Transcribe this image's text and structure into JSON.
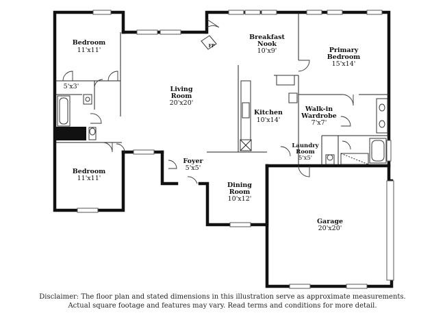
{
  "rooms": [
    {
      "id": "bedroom-nw",
      "name": "Bedroom",
      "dims": "11'x11'"
    },
    {
      "id": "bath-small",
      "name": "",
      "dims": "5'x3'"
    },
    {
      "id": "living",
      "name": "Living\nRoom",
      "dims": "20'x20'"
    },
    {
      "id": "breakfast",
      "name": "Breakfast\nNook",
      "dims": "10'x9'"
    },
    {
      "id": "fp",
      "name": "FP",
      "dims": ""
    },
    {
      "id": "primary",
      "name": "Primary\nBedroom",
      "dims": "15'x14'"
    },
    {
      "id": "kitchen",
      "name": "Kitchen",
      "dims": "10'x14'"
    },
    {
      "id": "walkin",
      "name": "Walk-in\nWardrobe",
      "dims": "7'x7'"
    },
    {
      "id": "laundry",
      "name": "Laundry\nRoom",
      "dims": "5'x5'"
    },
    {
      "id": "foyer",
      "name": "Foyer",
      "dims": "5'x5'"
    },
    {
      "id": "bedroom-sw",
      "name": "Bedroom",
      "dims": "11'x11'"
    },
    {
      "id": "dining",
      "name": "Dining\nRoom",
      "dims": "10'x12'"
    },
    {
      "id": "garage",
      "name": "Garage",
      "dims": "20'x20'"
    }
  ],
  "disclaimer": {
    "line1": "Disclaimer: The floor plan and stated dimensions in this illustration serve as approximate measurements.",
    "line2": "Actual square footage and features may vary. Read terms and conditions for more detail."
  }
}
